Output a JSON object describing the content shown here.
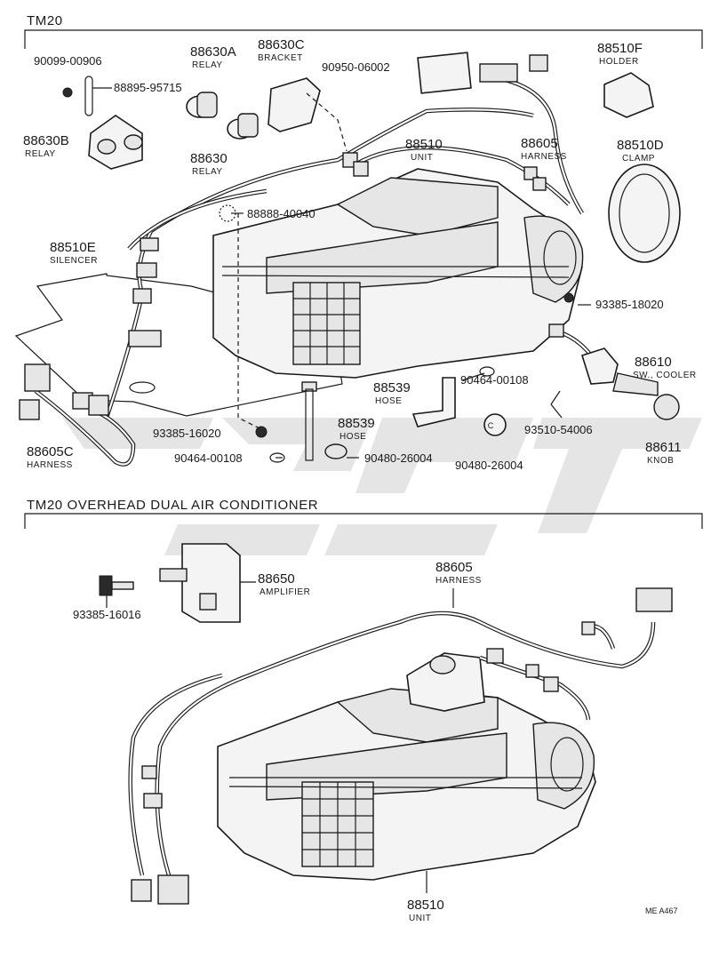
{
  "sections": {
    "top_model": "TM20",
    "bottom_model": "TM20 OVERHEAD DUAL AIR CONDITIONER"
  },
  "parts": {
    "p90099": {
      "number": "90099-00906"
    },
    "p88895": {
      "number": "88895-95715"
    },
    "p88630A": {
      "number": "88630A",
      "name": "RELAY"
    },
    "p88630C": {
      "number": "88630C",
      "name": "BRACKET"
    },
    "p90950": {
      "number": "90950-06002"
    },
    "p88510F": {
      "number": "88510F",
      "name": "HOLDER"
    },
    "p88630B": {
      "number": "88630B",
      "name": "RELAY"
    },
    "p88630": {
      "number": "88630",
      "name": "RELAY"
    },
    "p88510": {
      "number": "88510",
      "name": "UNIT"
    },
    "p88605": {
      "number": "88605",
      "name": "HARNESS"
    },
    "p88510D": {
      "number": "88510D",
      "name": "CLAMP"
    },
    "p88888": {
      "number": "88888-40040"
    },
    "p88510E": {
      "number": "88510E",
      "name": "SILENCER"
    },
    "p93385_18020": {
      "number": "93385-18020"
    },
    "p88610": {
      "number": "88610",
      "name": "SW., COOLER"
    },
    "p88539a": {
      "number": "88539",
      "name": "HOSE"
    },
    "p90464a": {
      "number": "90464-00108"
    },
    "p93510": {
      "number": "93510-54006"
    },
    "p93385_16020": {
      "number": "93385-16020"
    },
    "p88539b": {
      "number": "88539",
      "name": "HOSE"
    },
    "p88611": {
      "number": "88611",
      "name": "KNOB"
    },
    "p88605C": {
      "number": "88605C",
      "name": "HARNESS"
    },
    "p90464b": {
      "number": "90464-00108"
    },
    "p90480a": {
      "number": "90480-26004"
    },
    "p90480b": {
      "number": "90480-26004"
    },
    "p88650": {
      "number": "88650",
      "name": "AMPLIFIER"
    },
    "p93385_16016": {
      "number": "93385-16016"
    },
    "p88605b": {
      "number": "88605",
      "name": "HARNESS"
    },
    "p88510b": {
      "number": "88510",
      "name": "UNIT"
    }
  },
  "marks": {
    "clip_symbol": "C",
    "drawing_code": "ME  A467"
  }
}
